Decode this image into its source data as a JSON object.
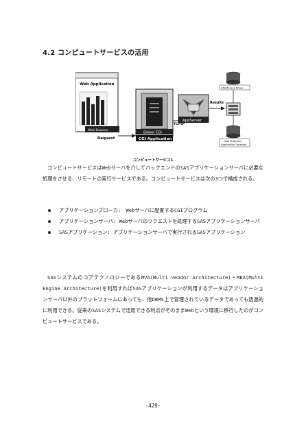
{
  "section_heading": "4.2 コンピュートサービスの活用",
  "figure": {
    "web_app_label": "Web Application",
    "web_browser_label": "Web Browser",
    "request_label": "Request",
    "broker_label": "Broker CGI",
    "cgi_app_label": "CGI Application",
    "tcpip_label": "TCP/IP",
    "appserver_label": "AppServer",
    "results_label": "Results",
    "db_top_label": "SAS/Access Driver",
    "db_bottom_label": "SAS Programs",
    "db_bottom_label2": "Application Datasets"
  },
  "figure_caption": "コンピュートサービス1",
  "paragraph1": "コンピュートサービスはWebサーバを介してバックエンドのSASアプリケーションサーバに必要な処理をさせる、リモートの実行サービスである。コンピュートサービスは次の3つで構成される。",
  "bullets": [
    "アプリケーションブローカ:　Webサーバに配置するCGIプログラム",
    "アプリケーションサーバ: Webサーバのリクエストを処理するSASアプリケーションサーバ",
    "SASアプリケーション: アプリケーションサーバで実行されるSASアプリケーション"
  ],
  "paragraph2": "SASシステムのコアテクノロジーであるMVA(Multi Vendor Architecture)・MEA(Multi Engine Architecture)を利用すればSASアプリケーションが利用するデータはアプリケーションサーバ以外のプラットフォームにあっても、他DBMS上で管理されているデータであっても透過的に利用できる。従来のSASシステムで活用できる利点がそのままWebという環境に移行したのがコンピュートサービスである。",
  "page_number": "-429-"
}
